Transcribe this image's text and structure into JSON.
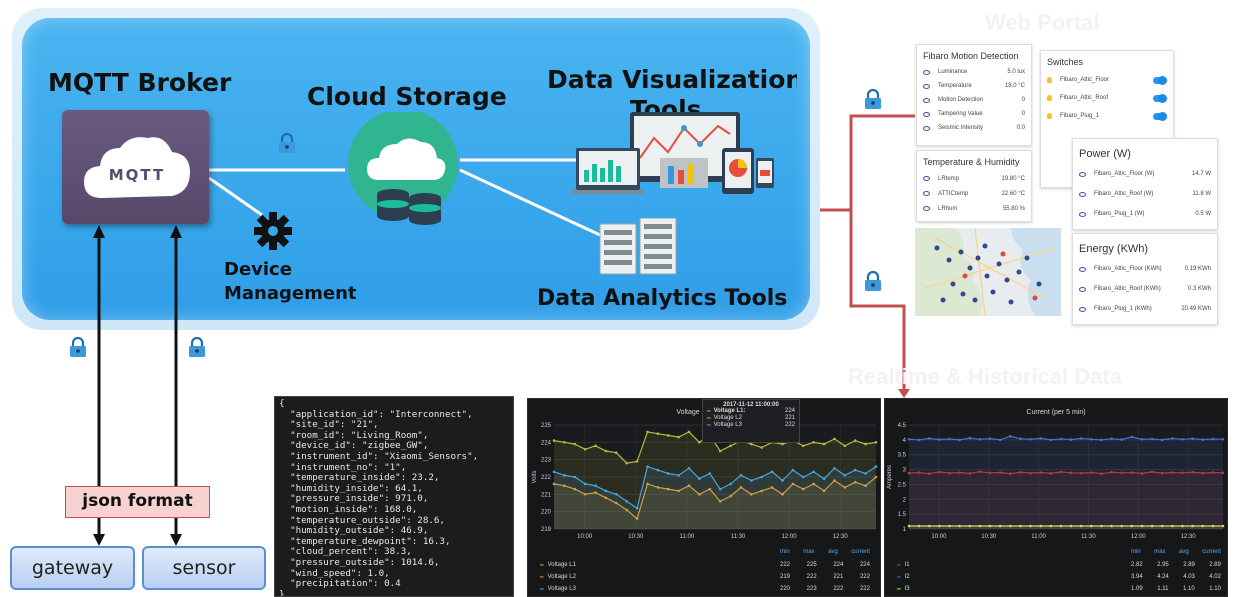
{
  "labels": {
    "mqtt_broker": "MQTT Broker",
    "cloud_storage": "Cloud Storage",
    "data_visualization_line1": "Data Visualization",
    "data_visualization_line2": "Tools",
    "device_management_line1": "Device",
    "device_management_line2": "Management",
    "data_analytics": "Data Analytics Tools",
    "mqtt_logo": "MQTT",
    "json_format": "json format",
    "gateway": "gateway",
    "sensor": "sensor",
    "web_portal": "Web Portal",
    "realtime_historical": "Realtime & Historical Data"
  },
  "web_portal": {
    "motion": {
      "title": "Fibaro Motion Detection",
      "rows": [
        {
          "name": "Luminance",
          "value": "5.0 lux"
        },
        {
          "name": "Temperature",
          "value": "18.0 °C"
        },
        {
          "name": "Motion Detection",
          "value": "0"
        },
        {
          "name": "Tampering Value",
          "value": "0"
        },
        {
          "name": "Seismic Intensity",
          "value": "0.0"
        }
      ]
    },
    "switches": {
      "title": "Switches",
      "rows": [
        "Fibaro_Attic_Floor",
        "Fibaro_Attic_Roof",
        "Fibaro_Plug_1"
      ]
    },
    "temp_humidity": {
      "title": "Temperature & Humidity",
      "rows": [
        {
          "name": "LRtemp",
          "value": "19.80 °C"
        },
        {
          "name": "ATTICtemp",
          "value": "22.60 °C"
        },
        {
          "name": "LRhum",
          "value": "55.80 %"
        }
      ]
    },
    "power": {
      "title": "Power (W)",
      "rows": [
        {
          "name": "Fibaro_Attic_Floor (W)",
          "value": "14.7 W"
        },
        {
          "name": "Fibaro_Attic_Roof (W)",
          "value": "11.8 W"
        },
        {
          "name": "Fibaro_Plug_1 (W)",
          "value": "0.5 W"
        }
      ]
    },
    "energy": {
      "title": "Energy (KWh)",
      "rows": [
        {
          "name": "Fibaro_Attic_Floor (KWh)",
          "value": "0.19 KWh"
        },
        {
          "name": "Fibaro_Attic_Roof (KWh)",
          "value": "0.3 KWh"
        },
        {
          "name": "Fibaro_Plug_1 (KWh)",
          "value": "20.49 KWh"
        }
      ]
    }
  },
  "json_lines": [
    "{",
    "  \"application_id\": \"Interconnect\",",
    "  \"site_id\": \"21\",",
    "  \"room_id\": \"Living_Room\",",
    "  \"device_id\": \"zigbee_GW\",",
    "  \"instrument_id\": \"Xiaomi_Sensors\",",
    "  \"instrument_no\": \"1\",",
    "  \"temperature_inside\": 23.2,",
    "  \"humidity_inside\": 64.1,",
    "  \"pressure_inside\": 971.0,",
    "  \"motion_inside\": 168.0,",
    "  \"temperature_outside\": 28.6,",
    "  \"humidity_outside\": 46.9,",
    "  \"temperature_dewpoint\": 16.3,",
    "  \"cloud_percent\": 38.3,",
    "  \"pressure_outside\": 1014.6,",
    "  \"wind_speed\": 1.0,",
    "  \"precipitation\": 0.4",
    "}"
  ],
  "chart_data": [
    {
      "type": "line",
      "title": "Voltage",
      "ylabel": "Volts",
      "x": [
        "10:00",
        "10:30",
        "11:00",
        "11:30",
        "12:00",
        "12:30"
      ],
      "ylim": [
        219,
        225
      ],
      "yticks": [
        219,
        220,
        221,
        222,
        223,
        224,
        225
      ],
      "tooltip": {
        "time": "2017-11-12 11:00:00",
        "rows": [
          {
            "name": "Voltage L1:",
            "value": "224"
          },
          {
            "name": "Voltage L2",
            "value": "221"
          },
          {
            "name": "Voltage L3",
            "value": "222"
          }
        ]
      },
      "legend_headers": [
        "min",
        "max",
        "avg",
        "current"
      ],
      "series": [
        {
          "name": "Voltage L1",
          "color": "#b8b83a",
          "stats": [
            "222",
            "225",
            "224",
            "224"
          ],
          "values": [
            224.1,
            224.0,
            223.9,
            223.6,
            223.8,
            223.5,
            223.4,
            222.8,
            222.9,
            224.6,
            224.5,
            224.4,
            224.3,
            224.6,
            224.0,
            224.4,
            223.5,
            223.8,
            224.1,
            223.9,
            223.7,
            224.0,
            223.9,
            224.1,
            223.8,
            224.0,
            223.9,
            224.2,
            223.8,
            224.1,
            223.9,
            224.0
          ]
        },
        {
          "name": "Voltage L2",
          "color": "#e0a030",
          "stats": [
            "219",
            "222",
            "221",
            "222"
          ],
          "values": [
            221.6,
            221.5,
            221.3,
            221.0,
            221.1,
            220.8,
            220.5,
            220.1,
            219.6,
            221.6,
            221.4,
            221.3,
            221.2,
            221.5,
            221.0,
            221.3,
            220.6,
            220.9,
            221.4,
            221.0,
            221.2,
            221.4,
            221.0,
            221.6,
            221.3,
            221.6,
            221.2,
            221.8,
            221.4,
            221.7,
            221.5,
            222.0
          ]
        },
        {
          "name": "Voltage L3",
          "color": "#4aa3df",
          "stats": [
            "220",
            "223",
            "222",
            "222"
          ],
          "values": [
            222.3,
            222.1,
            222.0,
            221.6,
            221.5,
            221.2,
            221.0,
            220.6,
            220.2,
            222.6,
            222.4,
            222.2,
            222.1,
            222.5,
            221.9,
            222.2,
            221.3,
            221.6,
            222.1,
            221.8,
            222.0,
            222.3,
            221.8,
            222.4,
            222.0,
            222.3,
            221.9,
            222.5,
            222.1,
            222.4,
            222.2,
            222.6
          ]
        }
      ]
    },
    {
      "type": "line",
      "title": "Current (per 5 min)",
      "ylabel": "Amperes",
      "x": [
        "10:00",
        "10:30",
        "11:00",
        "11:30",
        "12:00",
        "12:30"
      ],
      "ylim": [
        1.0,
        4.5
      ],
      "yticks": [
        1.0,
        1.5,
        2.0,
        2.5,
        3.0,
        3.5,
        4.0,
        4.5
      ],
      "legend_headers": [
        "min",
        "max",
        "avg",
        "current"
      ],
      "series": [
        {
          "name": "I1",
          "color": "#c0392b",
          "stats": [
            "2.82",
            "2.95",
            "2.89",
            "2.89"
          ],
          "values": [
            2.88,
            2.9,
            2.86,
            2.92,
            2.88,
            2.9,
            2.87,
            2.93,
            2.89,
            2.9,
            2.86,
            2.91,
            2.88,
            2.9,
            2.87,
            2.92,
            2.89,
            2.88,
            2.9,
            2.86,
            2.91,
            2.89,
            2.9,
            2.87,
            2.92,
            2.88,
            2.9,
            2.89,
            2.91,
            2.88,
            2.9,
            2.89
          ]
        },
        {
          "name": "I2",
          "color": "#4a6fd1",
          "stats": [
            "3.94",
            "4.24",
            "4.03",
            "4.02"
          ],
          "values": [
            4.02,
            4.0,
            4.05,
            4.01,
            4.03,
            4.0,
            4.06,
            4.02,
            4.04,
            4.0,
            4.12,
            4.04,
            4.02,
            4.05,
            4.0,
            4.03,
            4.01,
            4.05,
            4.02,
            4.0,
            4.04,
            4.01,
            4.1,
            4.02,
            4.03,
            4.0,
            4.05,
            4.02,
            4.04,
            4.01,
            4.03,
            4.02
          ]
        },
        {
          "name": "I3",
          "color": "#d9d96a",
          "stats": [
            "1.09",
            "1.11",
            "1.10",
            "1.10"
          ],
          "values": [
            1.1,
            1.1,
            1.1,
            1.1,
            1.1,
            1.1,
            1.1,
            1.1,
            1.1,
            1.1,
            1.1,
            1.1,
            1.1,
            1.1,
            1.1,
            1.1,
            1.1,
            1.1,
            1.1,
            1.1,
            1.1,
            1.1,
            1.1,
            1.1,
            1.1,
            1.1,
            1.1,
            1.1,
            1.1,
            1.1,
            1.1,
            1.1
          ]
        }
      ]
    }
  ],
  "colors": {
    "cloud_blue": "#3aa8ec",
    "mqtt_purple": "#5f4f73",
    "connector_red": "#c0504d",
    "storage_teal": "#2fb58f",
    "lock_blue": "#3a9ad9"
  }
}
